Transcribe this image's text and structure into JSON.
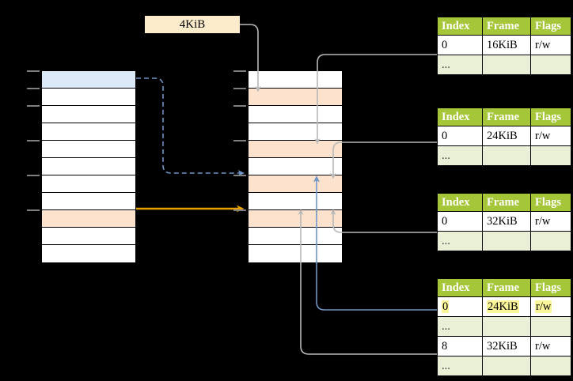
{
  "diagram": {
    "title_label": "4KiB",
    "background": "#000000",
    "colors": {
      "header_green": "#a5c639",
      "ellipsis_row": "#eaf0d5",
      "highlight_yellow": "#fbf59a",
      "label_box": "#fdeccc",
      "row_blue": "#dce9f9",
      "row_orange": "#fde3cd",
      "wire_gray": "#b3b3b3",
      "wire_blue": "#6f94c8",
      "wire_orange": "#e8a200"
    },
    "left_column": {
      "name": "virtual-address-space",
      "row_count": 11,
      "rows": [
        {
          "fill": "blue",
          "tick": true
        },
        {
          "fill": "white",
          "tick": true
        },
        {
          "fill": "white",
          "tick": true
        },
        {
          "fill": "white",
          "tick": false
        },
        {
          "fill": "white",
          "tick": true
        },
        {
          "fill": "white",
          "tick": false
        },
        {
          "fill": "white",
          "tick": true
        },
        {
          "fill": "white",
          "tick": false
        },
        {
          "fill": "orange",
          "tick": true
        },
        {
          "fill": "white",
          "tick": false
        },
        {
          "fill": "white",
          "tick": false
        }
      ]
    },
    "middle_column": {
      "name": "physical-memory",
      "row_count": 11,
      "rows": [
        {
          "fill": "white",
          "tick": true
        },
        {
          "fill": "orange",
          "tick": true
        },
        {
          "fill": "white",
          "tick": true
        },
        {
          "fill": "white",
          "tick": false
        },
        {
          "fill": "orange",
          "tick": true
        },
        {
          "fill": "white",
          "tick": false
        },
        {
          "fill": "orange",
          "tick": true
        },
        {
          "fill": "white",
          "tick": false
        },
        {
          "fill": "orange",
          "tick": true
        },
        {
          "fill": "white",
          "tick": false
        },
        {
          "fill": "white",
          "tick": false
        }
      ]
    },
    "page_tables": [
      {
        "name": "page-table-level-1",
        "headers": [
          "Index",
          "Frame",
          "Flags"
        ],
        "rows": [
          {
            "type": "data",
            "index": "0",
            "frame": "16KiB",
            "flags": "r/w",
            "index_hl": false,
            "frame_hl": false,
            "flags_hl": false
          },
          {
            "type": "ellipsis",
            "index": "...",
            "frame": "",
            "flags": ""
          }
        ]
      },
      {
        "name": "page-table-level-2",
        "headers": [
          "Index",
          "Frame",
          "Flags"
        ],
        "rows": [
          {
            "type": "data",
            "index": "0",
            "frame": "24KiB",
            "flags": "r/w",
            "index_hl": false,
            "frame_hl": false,
            "flags_hl": false
          },
          {
            "type": "ellipsis",
            "index": "...",
            "frame": "",
            "flags": ""
          }
        ]
      },
      {
        "name": "page-table-level-3",
        "headers": [
          "Index",
          "Frame",
          "Flags"
        ],
        "rows": [
          {
            "type": "data",
            "index": "0",
            "frame": "32KiB",
            "flags": "r/w",
            "index_hl": false,
            "frame_hl": false,
            "flags_hl": false
          },
          {
            "type": "ellipsis",
            "index": "...",
            "frame": "",
            "flags": ""
          }
        ]
      },
      {
        "name": "page-table-level-4",
        "headers": [
          "Index",
          "Frame",
          "Flags"
        ],
        "rows": [
          {
            "type": "data",
            "index": "0",
            "frame": "24KiB",
            "flags": "r/w",
            "index_hl": true,
            "frame_hl": true,
            "flags_hl": true
          },
          {
            "type": "ellipsis",
            "index": "...",
            "frame": "",
            "flags": ""
          },
          {
            "type": "data",
            "index": "8",
            "frame": "32KiB",
            "flags": "r/w",
            "index_hl": false,
            "frame_hl": false,
            "flags_hl": false
          },
          {
            "type": "ellipsis",
            "index": "...",
            "frame": "",
            "flags": ""
          }
        ]
      }
    ]
  }
}
